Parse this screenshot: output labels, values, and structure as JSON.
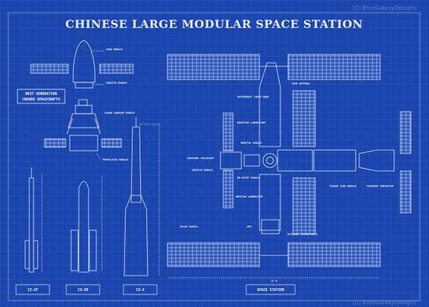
{
  "title": "CHINESE LARGE MODULAR SPACE STATION",
  "watermark": "(C) BlueGalaxyDesigns",
  "spacecraft": {
    "box_line1": "NEXT GENERATION",
    "box_line2": "CREWED SPACECRAFTS",
    "crew_module": "CREW MODULE",
    "service_module": "SERVICE MODULE",
    "lunar_landing_module": "LUNAR LANDING MODULE",
    "propulsion_module": "PROPULSION MODULE"
  },
  "rockets": [
    "CZ-2F",
    "CZ-5B",
    "CZ-X"
  ],
  "station": {
    "comm_antenna": "COMM ANTENNA",
    "cargo_door": "EXPERIMENT CARGO DOOR",
    "mengtian": "MENGTIAN LABORATORY",
    "orbital_module": "ORBITAL MODULE",
    "shenzhou": "SHENZHOU SPACESHIP",
    "service_module": "SERVICE MODULE",
    "reentry_module": "RE-ENTRY MODULE",
    "wentian": "WENTIAN LABORATORY",
    "solar_panels": "SOLAR PANELS",
    "arm": "ARM",
    "external_experiments": "EXTERNAL EXPERIMENTS",
    "tianhe": "TIANHE CORE MODULE",
    "tianzhou": "TIANZHOU FREIGHTER",
    "length": "37 M",
    "label": "SPACE STATION"
  }
}
